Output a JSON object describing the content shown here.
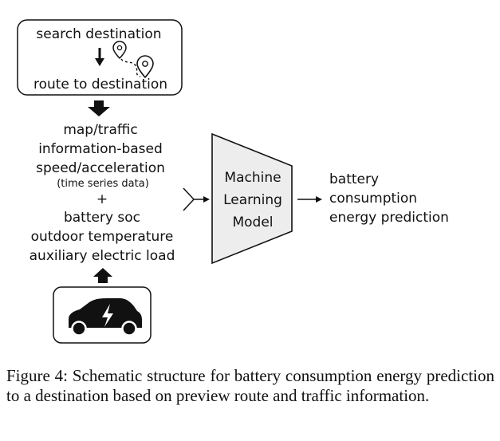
{
  "route_box": {
    "search_label": "search destination",
    "route_label": "route to destination"
  },
  "inputs": {
    "line1": "map/traffic",
    "line2": "information-based",
    "line3": "speed/acceleration",
    "line4": "(time series data)",
    "plus": "+",
    "line5": "battery soc",
    "line6": "outdoor temperature",
    "line7": "auxiliary electric load"
  },
  "model": {
    "line1": "Machine",
    "line2": "Learning",
    "line3": "Model"
  },
  "output": {
    "line1": "battery",
    "line2": "consumption",
    "line3": "energy prediction"
  },
  "caption": "Figure 4: Schematic structure for battery consumption energy prediction to a destination based on preview route and traffic information.",
  "icons": [
    "location-pin-icon",
    "electric-car-icon",
    "lightning-bolt-icon"
  ]
}
